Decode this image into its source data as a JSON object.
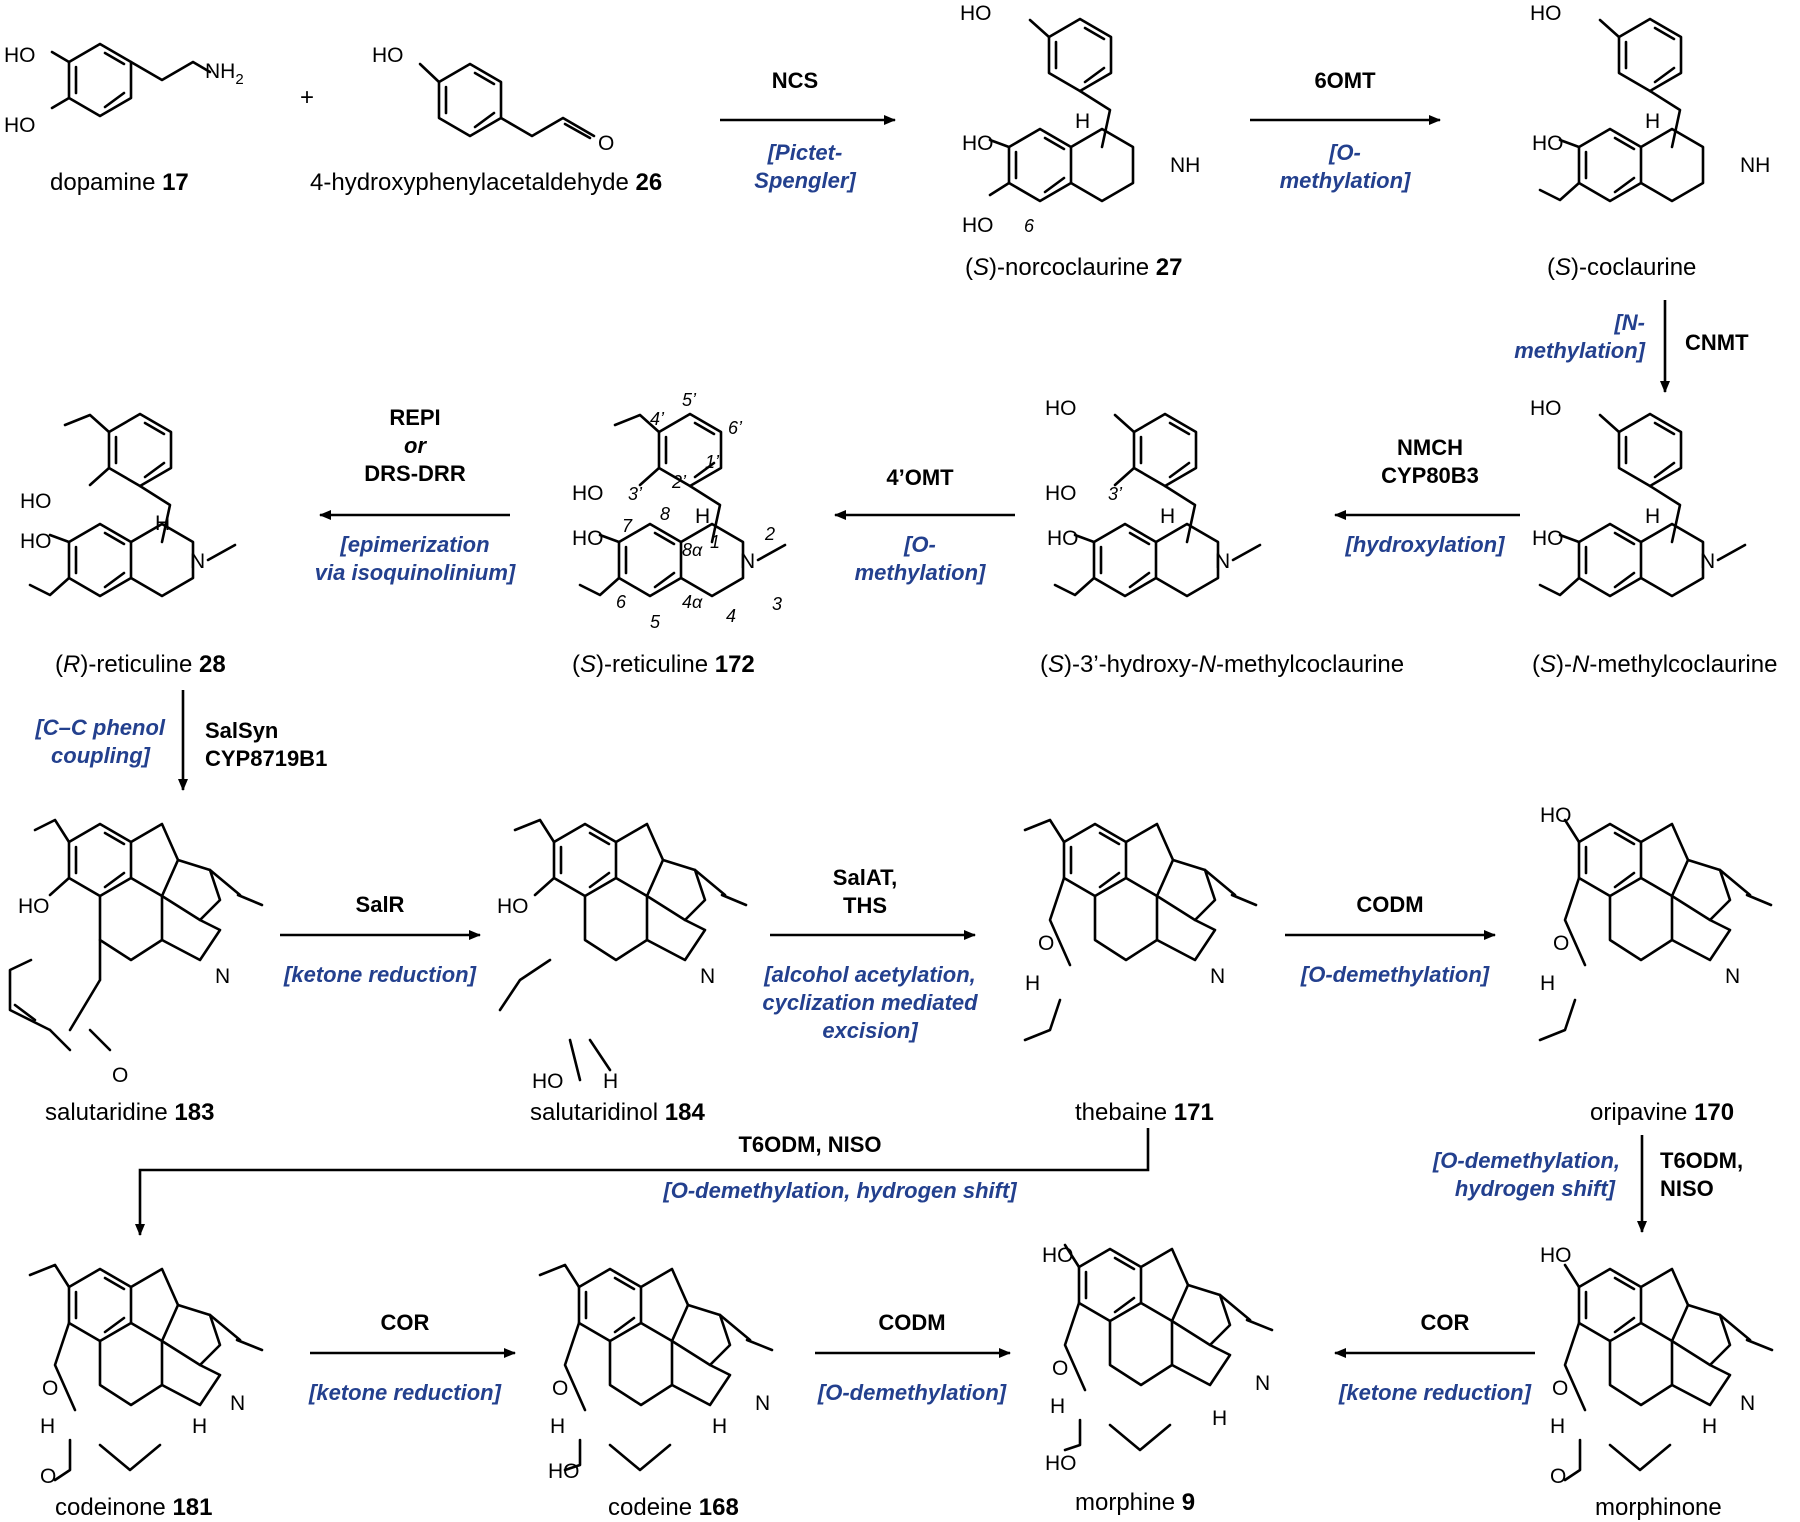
{
  "compounds": {
    "dopamine": {
      "name": "dopamine ",
      "num": "17"
    },
    "hpaa": {
      "name": "4-hydroxyphenylacetaldehyde ",
      "num": "26"
    },
    "norcoclaurine": {
      "pre": "(",
      "it": "S",
      "post": ")-norcoclaurine ",
      "num": "27"
    },
    "coclaurine": {
      "pre": "(",
      "it": "S",
      "post": ")-coclaurine"
    },
    "nmethylcoclaurine": {
      "pre": "(",
      "it": "S",
      "mid": ")-",
      "it2": "N",
      "post": "-methylcoclaurine"
    },
    "hydroxynmc": {
      "pre": "(",
      "it": "S",
      "mid": ")-3’-hydroxy-",
      "it2": "N",
      "post": "-methylcoclaurine"
    },
    "s_reticuline": {
      "pre": "(",
      "it": "S",
      "post": ")-reticuline ",
      "num": "172"
    },
    "r_reticuline": {
      "pre": "(",
      "it": "R",
      "post": ")-reticuline ",
      "num": "28"
    },
    "salutaridine": {
      "name": "salutaridine ",
      "num": "183"
    },
    "salutaridinol": {
      "name": "salutaridinol ",
      "num": "184"
    },
    "thebaine": {
      "name": "thebaine ",
      "num": "171"
    },
    "oripavine": {
      "name": "oripavine ",
      "num": "170"
    },
    "codeinone": {
      "name": "codeinone ",
      "num": "181"
    },
    "codeine": {
      "name": "codeine ",
      "num": "168"
    },
    "morphine": {
      "name": "morphine ",
      "num": "9"
    },
    "morphinone": {
      "name": "morphinone"
    }
  },
  "plus": "+",
  "enzymes": {
    "ncs": "NCS",
    "6omt": "6OMT",
    "cnmt": "CNMT",
    "nmch": "NMCH",
    "cyp80b3": "CYP80B3",
    "4omt": "4’OMT",
    "repi": "REPI",
    "or": "or",
    "drsdrr": "DRS-DRR",
    "salsyn": "SalSyn",
    "cyp719": "CYP8719B1",
    "salr": "SalR",
    "salat": "SalAT,",
    "ths": "THS",
    "codm1": "CODM",
    "t6odm_niso": "T6ODM, NISO",
    "t6odm": "T6ODM,",
    "niso": "NISO",
    "cor1": "COR",
    "codm2": "CODM",
    "cor2": "COR"
  },
  "reactions": {
    "pictet1": "[Pictet-",
    "pictet2": "Spengler]",
    "omethyl1": "[O-",
    "omethyl2": "methylation]",
    "nmethyl1": "[N-",
    "nmethyl2": "methylation]",
    "hydroxylation": "[hydroxylation]",
    "omethyl3": "[O-",
    "omethyl4": "methylation]",
    "epim1": "[epimerization",
    "epim2": "via isoquinolinium]",
    "cc1": "[C–C phenol",
    "cc2": "coupling]",
    "ketone1": "[ketone reduction]",
    "acet1": "[alcohol acetylation,",
    "acet2": "cyclization mediated",
    "acet3": "excision]",
    "odemeth1": "[O-demethylation]",
    "odemhs": "[O-demethylation, hydrogen shift]",
    "odemhs1": "[O-demethylation,",
    "odemhs2": "hydrogen shift]",
    "ketone2": "[ketone reduction]",
    "odemeth2": "[O-demethylation]",
    "ketone3": "[ketone reduction]"
  },
  "positions": {
    "p6": "6",
    "p4p": "4’",
    "p5p": "5’",
    "p6p": "6’",
    "p1p": "1’",
    "p2p": "2’",
    "p3p": "3’",
    "p7": "7",
    "p8": "8",
    "p8a": "8α",
    "p1": "1",
    "p2": "2",
    "p3": "3",
    "p4": "4",
    "p4a": "4α",
    "p5": "5",
    "p6b": "6",
    "p3pb": "3’"
  },
  "atoms": {
    "HO": "HO",
    "NH2": "NH",
    "two": "2",
    "O": "O",
    "NH": "NH",
    "N": "N",
    "H": "H"
  }
}
